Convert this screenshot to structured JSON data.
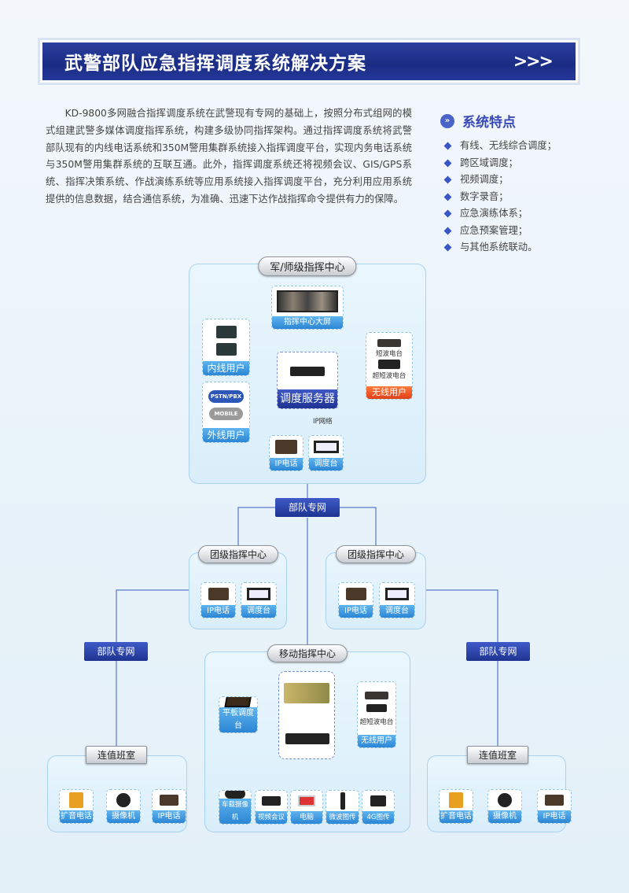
{
  "header": {
    "title": "武警部队应急指挥调度系统解决方案",
    "arrows": ">>>"
  },
  "intro": "KD-9800多网融合指挥调度系统在武警现有专网的基础上，按照分布式组网的模式组建武警多媒体调度指挥系统，构建多级协同指挥架构。通过指挥调度系统将武警部队现有的内线电话系统和350M警用集群系统接入指挥调度平台，实现内务电话系统与350M警用集群系统的互联互通。此外，指挥调度系统还将视频会议、GIS/GPS系统、指挥决策系统、作战演练系统等应用系统接入指挥调度平台，充分利用应用系统提供的信息数据，结合通信系统，为准确、迅速下达作战指挥命令提供有力的保障。",
  "features": {
    "title": "系统特点",
    "items": [
      "有线、无线综合调度；",
      "跨区域调度；",
      "视频调度；",
      "数字录音；",
      "应急演练体系；",
      "应急预案管理；",
      "与其他系统联动。"
    ]
  },
  "top_center": {
    "title": "军/师级指挥中心",
    "screen": "指挥中心大屏",
    "internal": "内线用户",
    "external": "外线用户",
    "pstn": "PSTN/PBX",
    "mobile": "MOBILE",
    "server": "调度服务器",
    "wireless": "无线用户",
    "shortwave": "短波电台",
    "ultrashort": "超短波电台",
    "ipnet": "IP网络",
    "ipphone": "IP电话",
    "console": "调度台"
  },
  "network": {
    "label": "部队专网"
  },
  "regiments": [
    {
      "title": "团级指挥中心",
      "ipphone": "IP电话",
      "console": "调度台"
    },
    {
      "title": "团级指挥中心",
      "ipphone": "IP电话",
      "console": "调度台"
    }
  ],
  "mobile_center": {
    "title": "移动指挥中心",
    "tablet": "平板调度台",
    "ultrashort": "超短波电台",
    "wireless": "无线用户",
    "devices": [
      "车载摄像机",
      "视频会议",
      "电脑",
      "微波图传",
      "4G图传"
    ]
  },
  "duty_rooms": [
    {
      "title": "连值班室",
      "devices": [
        "扩音电话",
        "摄像机",
        "IP电话"
      ]
    },
    {
      "title": "连值班室",
      "devices": [
        "扩音电话",
        "摄像机",
        "IP电话"
      ]
    }
  ],
  "colors": {
    "navy": "#1a2c84",
    "accent": "#2c86d4",
    "wireless": "#e0401a"
  }
}
